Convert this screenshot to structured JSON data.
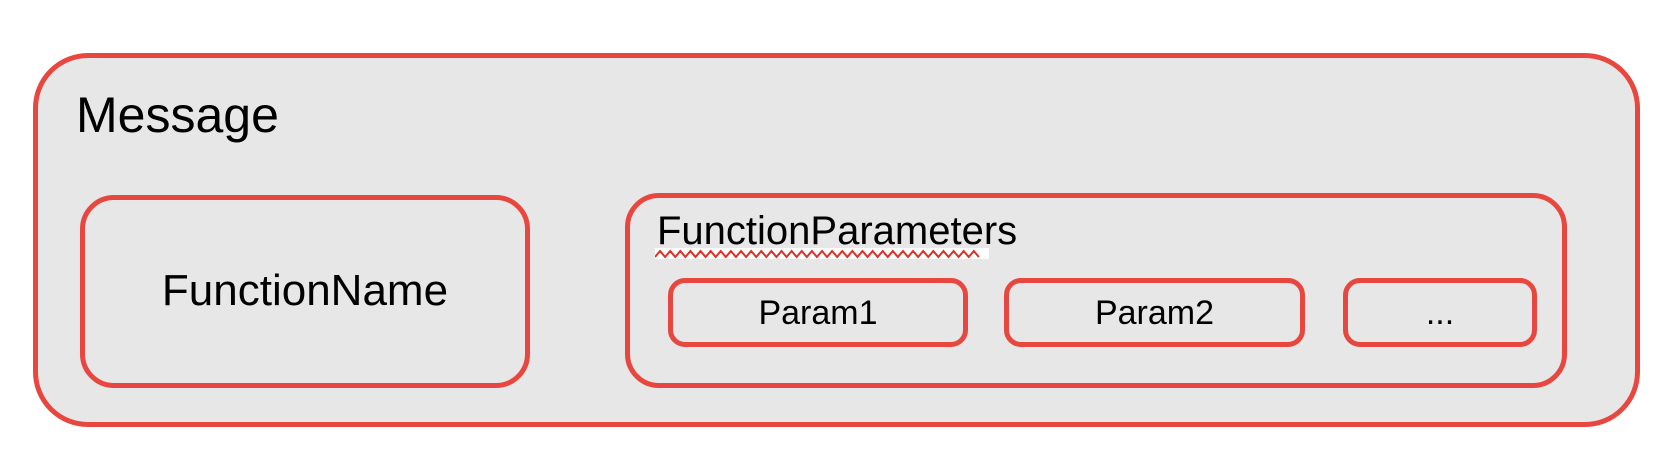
{
  "colors": {
    "page_background": "#ffffff",
    "box_border_red": "#e8473f",
    "box_fill_gray": "#e7e7e7",
    "spellcheck_squiggle_red": "#dc3126",
    "spellcheck_squiggle_backing": "#ffffff",
    "text": "#000000"
  },
  "diagram": {
    "message": {
      "label": "Message",
      "function_name": {
        "label": "FunctionName"
      },
      "function_parameters": {
        "label": "FunctionParameters",
        "has_spellcheck_underline": true,
        "params": [
          {
            "label": "Param1"
          },
          {
            "label": "Param2"
          },
          {
            "label": "..."
          }
        ]
      }
    }
  }
}
